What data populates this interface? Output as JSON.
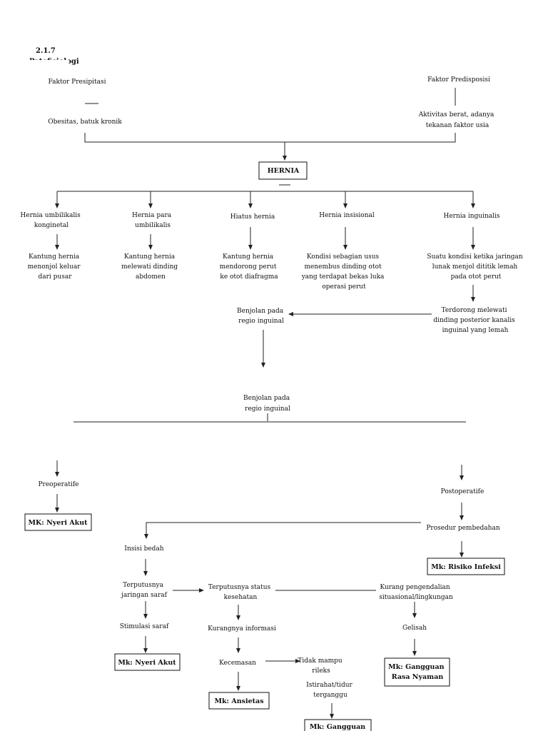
{
  "section_number": "2.1.7",
  "section_title": "Patofisiologi",
  "nodes": {
    "faktor_presipitasi": "Faktor Presipitasi",
    "faktor_predisposisi": "Faktor Predisposisi",
    "obesitas": "Obesitas, batuk kronik",
    "aktivitas": [
      "Aktivitas berat, adanya",
      "tekanan faktor usia"
    ],
    "hernia": "HERNIA",
    "hernia_umbilikalis": [
      "Hernia umbilikalis",
      "konginetal"
    ],
    "hernia_para": [
      "Hernia para",
      "umbilikalis"
    ],
    "hiatus": "Hiatus hernia",
    "insisional": "Hernia insisional",
    "inguinalis": "Hernia inguinalis",
    "kantung_1": [
      "Kantung hernia",
      "menonjol keluar",
      "dari pusar"
    ],
    "kantung_2": [
      "Kantung hernia",
      "melewati dinding",
      "abdomen"
    ],
    "kantung_3": [
      "Kantung hernia",
      "mendorong perut",
      "ke otot diafragma"
    ],
    "kondisi_usus": [
      "Kondisi sebagian usus",
      "menembus dinding otot",
      "yang terdapat bekas luka",
      "operasi perut"
    ],
    "kondisi_jaringan": [
      "Suatu kondisi ketika jaringan",
      "lunak menjol dititik lemah",
      "pada otot perut"
    ],
    "terdorong": [
      "Terdorong melewati",
      "dinding posterior kanalis",
      "inguinal yang lemah"
    ],
    "benjolan_1": [
      "Benjolan pada",
      "regio inguinal"
    ],
    "benjolan_2": [
      "Benjolan pada",
      "regio inguinal"
    ],
    "preoperatife": "Preoperatife",
    "postoperatife": "Postoperatife",
    "mk_nyeri_1": "MK: Nyeri Akut",
    "prosedur": "Prosedur pembedahan",
    "mk_risiko": "Mk: Risiko Infeksi",
    "insisi": "Insisi bedah",
    "terputusnya_jaringan": [
      "Terputusnya",
      "jaringan saraf"
    ],
    "terputusnya_status": [
      "Terputusnya status",
      "kesehatan"
    ],
    "kurang_pengendalian": [
      "Kurang pengendalian",
      "situasional/lingkungan"
    ],
    "stimulasi": "Stimulasi saraf",
    "kurangnya_informasi": "Kurangnya informasi",
    "gelisah": "Gelisah",
    "mk_nyeri_2": "Mk: Nyeri Akut",
    "kecemasan": "Kecemasan",
    "tidak_mampu": [
      "Tidak mampu",
      "rileks"
    ],
    "mk_gangguan_rasa": [
      "Mk: Gangguan",
      "Rasa Nyaman"
    ],
    "istirahat": [
      "Istirahat/tidur",
      "terganggu"
    ],
    "mk_ansietas": "Mk: Ansietas",
    "mk_gangguan_pola": "Mk: Gangguan"
  }
}
